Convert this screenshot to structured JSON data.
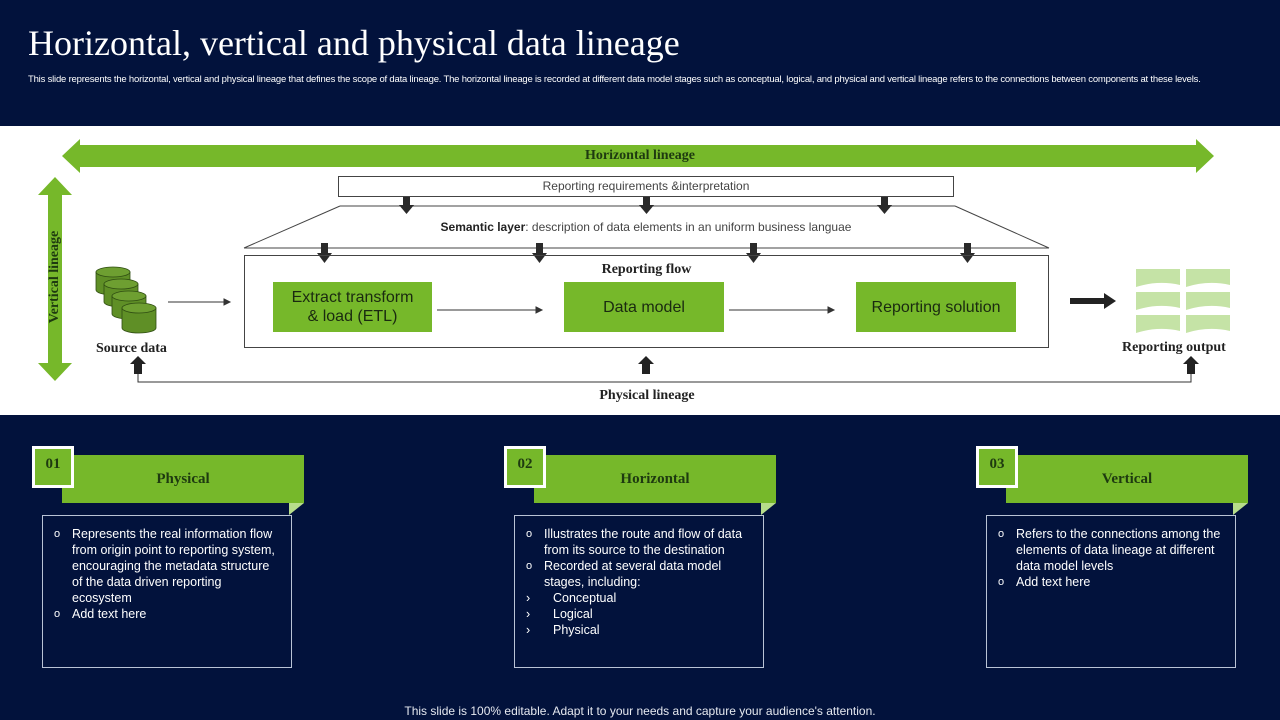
{
  "header": {
    "title": "Horizontal, vertical and physical data lineage",
    "subtitle": "This slide represents the horizontal, vertical and physical lineage that defines the scope of data lineage. The horizontal lineage is recorded at different data model stages such as conceptual, logical, and physical and vertical lineage refers to the connections between components at these levels."
  },
  "diagram": {
    "horizontal_lineage": "Horizontal lineage",
    "vertical_lineage": "Vertical lineage",
    "reporting_requirements": "Reporting requirements &interpretation",
    "semantic_layer": {
      "label": "Semantic layer",
      "description": ": description of data elements in an uniform business languae"
    },
    "reporting_flow": "Reporting flow",
    "steps": [
      {
        "label": "Extract transform\n& load (ETL)"
      },
      {
        "label": "Data model"
      },
      {
        "label": "Reporting solution"
      }
    ],
    "source_data": "Source data",
    "reporting_output": "Reporting output",
    "physical_lineage": "Physical lineage",
    "icons": {
      "source": "database-stack-icon",
      "output": "report-grid-icon"
    },
    "colors": {
      "green": "#76b82a",
      "dark_green": "#4f7d1f",
      "light_green": "#c5e3a6",
      "navy": "#02123c"
    }
  },
  "cards": [
    {
      "number": "01",
      "title": "Physical",
      "bullets": [
        {
          "text": "Represents the real information flow from origin point to reporting system, encouraging the metadata structure of the data driven reporting ecosystem"
        },
        {
          "text": "Add text here"
        }
      ],
      "sub_bullets": []
    },
    {
      "number": "02",
      "title": "Horizontal",
      "bullets": [
        {
          "text": "Illustrates the route and flow of data from its source to the destination"
        },
        {
          "text": "Recorded at several data model stages, including:"
        }
      ],
      "sub_bullets": [
        {
          "text": "Conceptual"
        },
        {
          "text": "Logical"
        },
        {
          "text": "Physical"
        }
      ]
    },
    {
      "number": "03",
      "title": "Vertical",
      "bullets": [
        {
          "text": "Refers to the connections among the elements of data lineage at different data model levels"
        },
        {
          "text": "Add text here"
        }
      ],
      "sub_bullets": []
    }
  ],
  "footer": "This slide is 100% editable. Adapt it to your needs and capture your audience's attention."
}
